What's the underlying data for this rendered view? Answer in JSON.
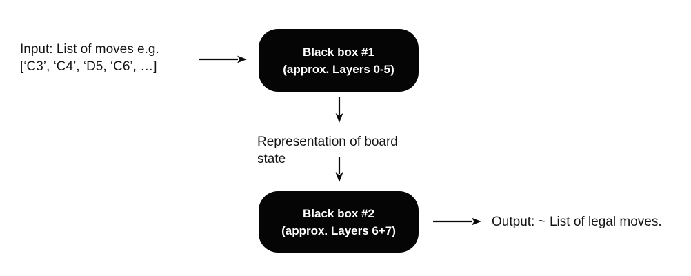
{
  "diagram": {
    "background_color": "#ffffff",
    "box_color": "#050505",
    "box_text_color": "#ffffff",
    "text_color": "#141414",
    "input_label": {
      "line1": "Input: List of moves e.g.",
      "line2": "[‘C3’, ‘C4’, ‘D5, ‘C6’, …]"
    },
    "box1": {
      "title": "Black box #1",
      "subtitle": "(approx. Layers 0-5)"
    },
    "middle_label": {
      "line1": "Representation of board",
      "line2": "state"
    },
    "box2": {
      "title": "Black box #2",
      "subtitle": "(approx. Layers 6+7)"
    },
    "output_label": "Output: ~ List of legal moves.",
    "icons": {
      "arrow_right": "right-arrow-icon",
      "arrow_down": "down-arrow-icon"
    }
  }
}
